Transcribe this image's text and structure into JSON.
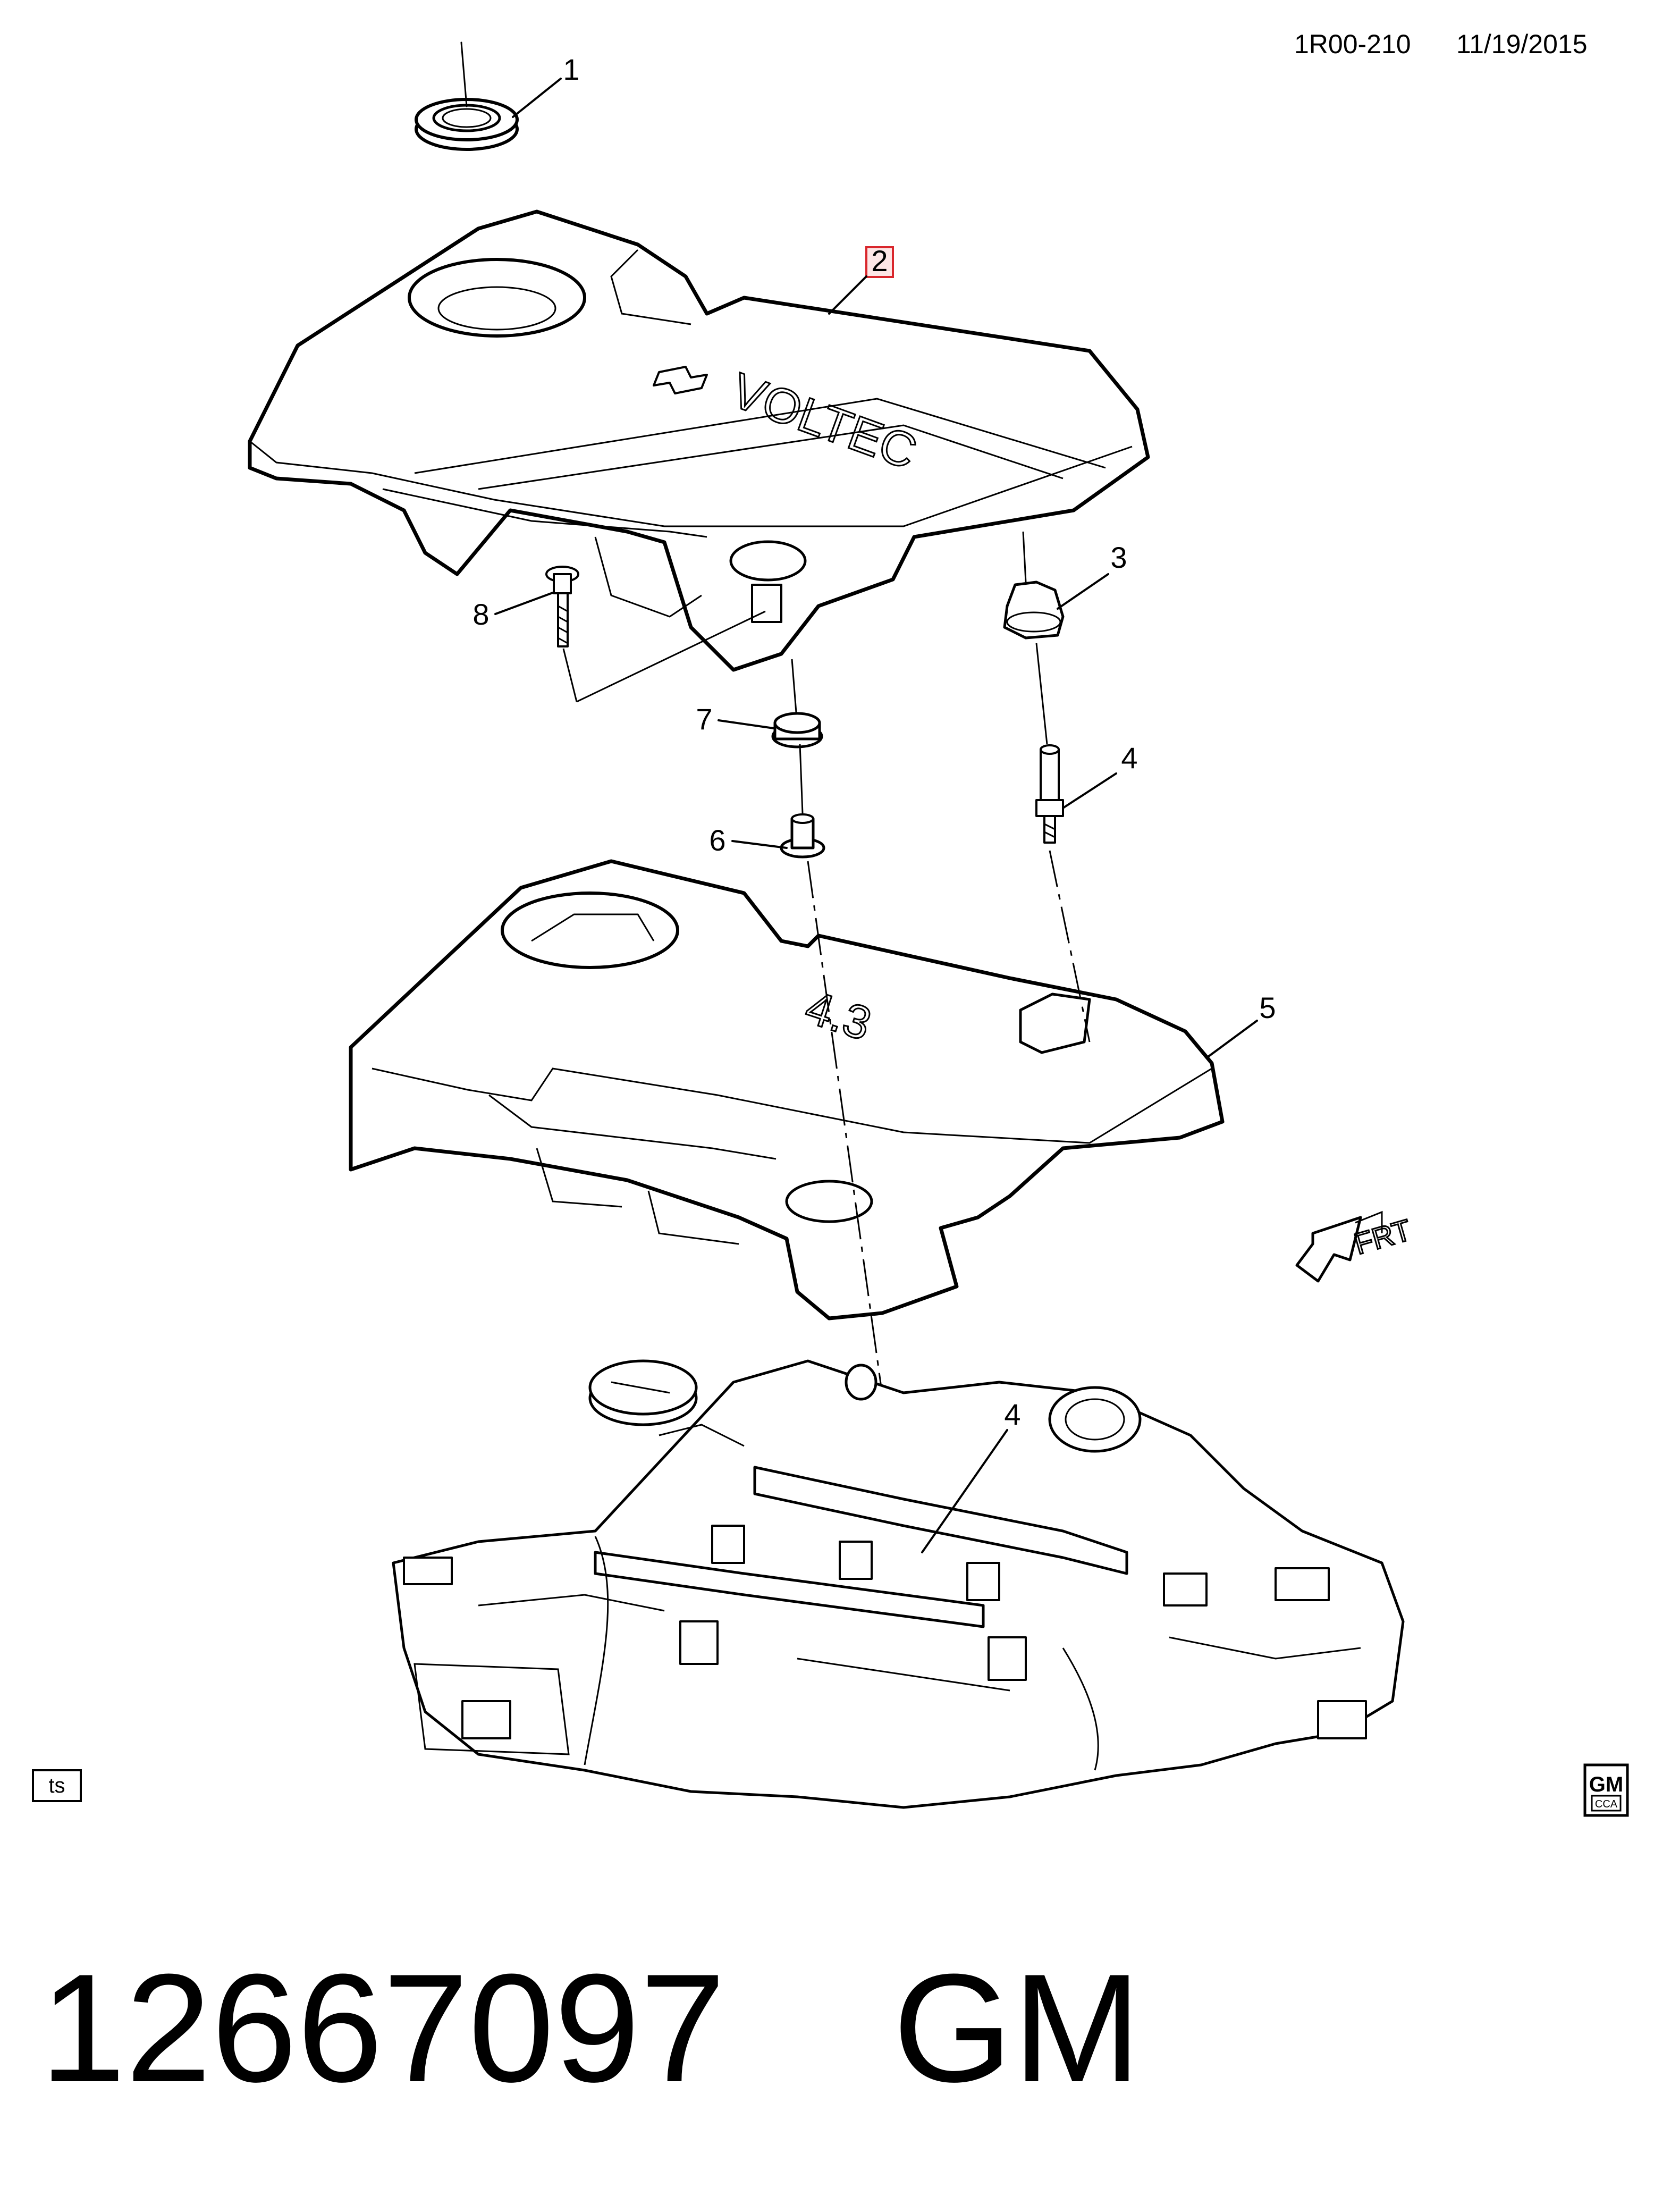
{
  "header": {
    "code": "1R00-210",
    "date": "11/19/2015"
  },
  "callouts": [
    {
      "id": "1",
      "label": "1",
      "highlighted": false
    },
    {
      "id": "2",
      "label": "2",
      "highlighted": true
    },
    {
      "id": "3",
      "label": "3",
      "highlighted": false
    },
    {
      "id": "4",
      "label": "4",
      "highlighted": false
    },
    {
      "id": "4b",
      "label": "4",
      "highlighted": false
    },
    {
      "id": "5",
      "label": "5",
      "highlighted": false
    },
    {
      "id": "6",
      "label": "6",
      "highlighted": false
    },
    {
      "id": "7",
      "label": "7",
      "highlighted": false
    },
    {
      "id": "8",
      "label": "8",
      "highlighted": false
    }
  ],
  "cover_branding": {
    "upper_cover_text": "VOLTEC",
    "lower_cover_text": "4.3"
  },
  "direction_indicator": {
    "label": "FRT"
  },
  "corner_tags": {
    "left": "ts",
    "right_top": "GM",
    "right_bottom": "CCA"
  },
  "footer": {
    "part_number": "12667097",
    "brand": "GM"
  },
  "colors": {
    "line": "#000000",
    "highlight_box": "#d9262c",
    "highlight_fill": "#fde6e6",
    "background": "#ffffff"
  }
}
